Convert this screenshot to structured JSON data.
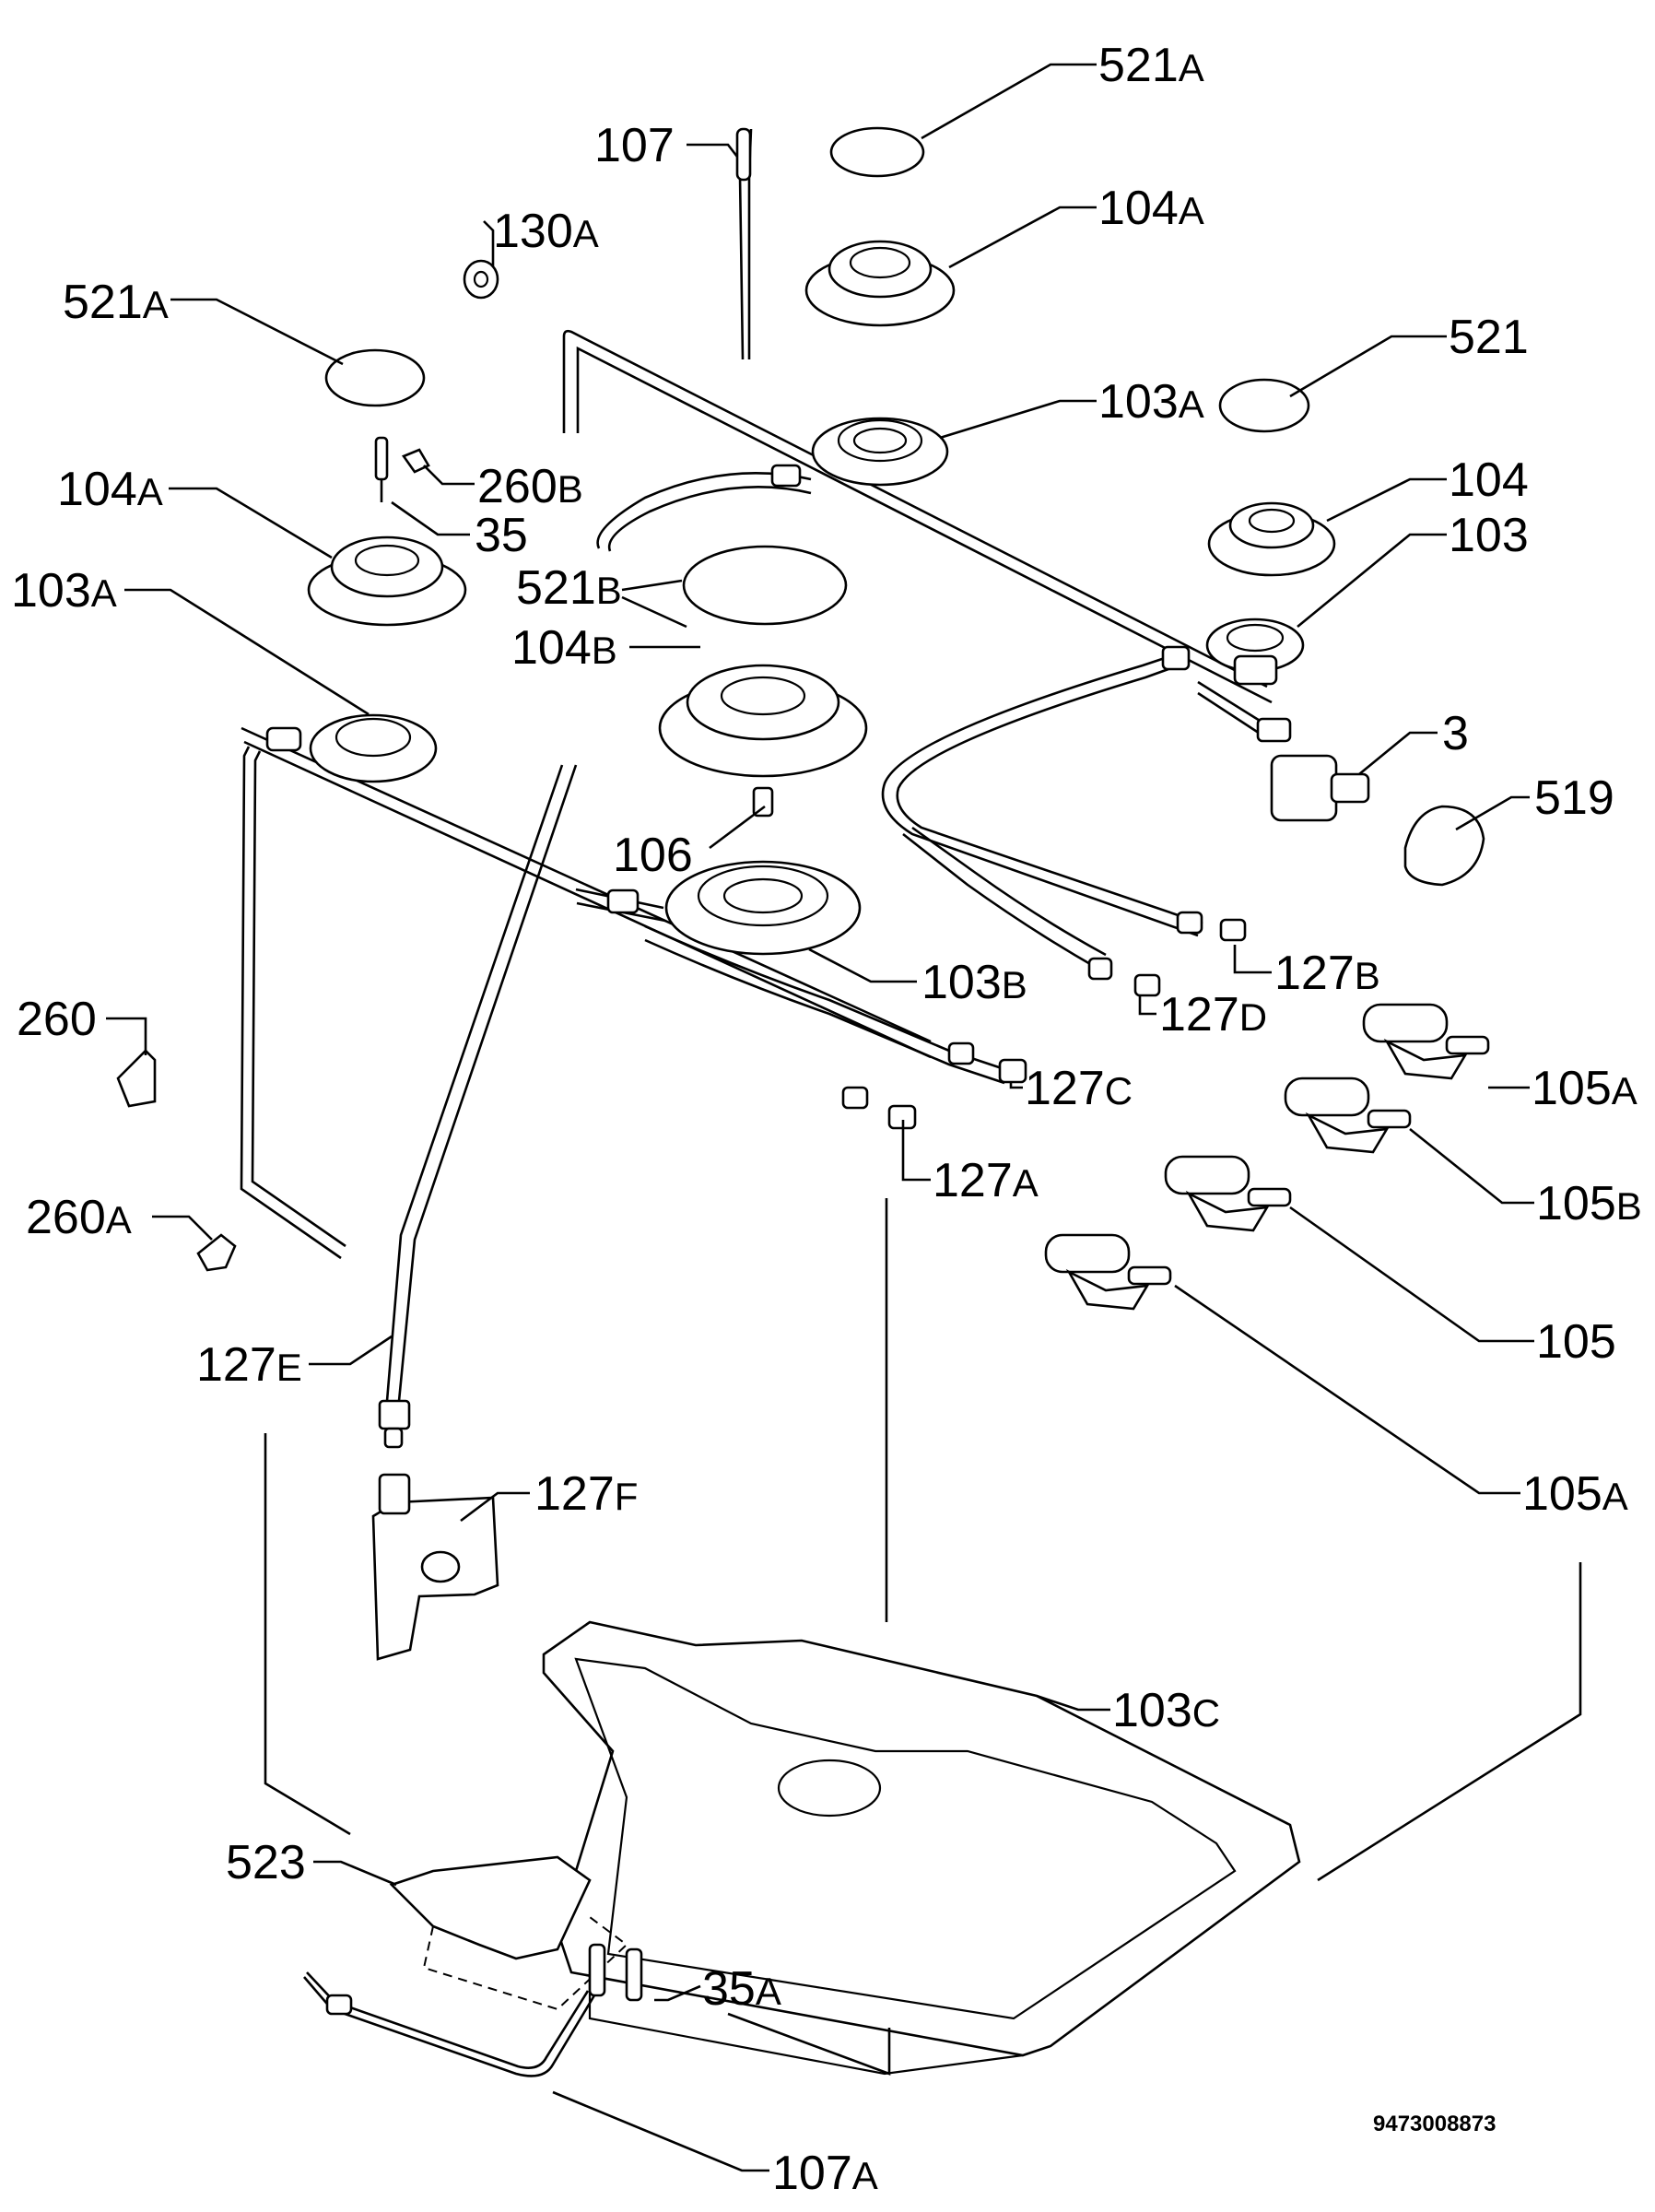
{
  "diagram": {
    "drawing_number": "9473008873",
    "callouts": [
      {
        "id": "c-521a-top",
        "num": "521",
        "sfx": "A"
      },
      {
        "id": "c-107",
        "num": "107",
        "sfx": ""
      },
      {
        "id": "c-104a-top",
        "num": "104",
        "sfx": "A"
      },
      {
        "id": "c-130a",
        "num": "130",
        "sfx": "A"
      },
      {
        "id": "c-521a-left",
        "num": "521",
        "sfx": "A"
      },
      {
        "id": "c-521",
        "num": "521",
        "sfx": ""
      },
      {
        "id": "c-103a-top",
        "num": "103",
        "sfx": "A"
      },
      {
        "id": "c-260b",
        "num": "260",
        "sfx": "B"
      },
      {
        "id": "c-104a-left",
        "num": "104",
        "sfx": "A"
      },
      {
        "id": "c-104",
        "num": "104",
        "sfx": ""
      },
      {
        "id": "c-35",
        "num": "35",
        "sfx": ""
      },
      {
        "id": "c-103",
        "num": "103",
        "sfx": ""
      },
      {
        "id": "c-521b",
        "num": "521",
        "sfx": "B"
      },
      {
        "id": "c-103a-left",
        "num": "103",
        "sfx": "A"
      },
      {
        "id": "c-104b",
        "num": "104",
        "sfx": "B"
      },
      {
        "id": "c-3",
        "num": "3",
        "sfx": ""
      },
      {
        "id": "c-519",
        "num": "519",
        "sfx": ""
      },
      {
        "id": "c-106",
        "num": "106",
        "sfx": ""
      },
      {
        "id": "c-127b",
        "num": "127",
        "sfx": "B"
      },
      {
        "id": "c-103b",
        "num": "103",
        "sfx": "B"
      },
      {
        "id": "c-260",
        "num": "260",
        "sfx": ""
      },
      {
        "id": "c-127d",
        "num": "127",
        "sfx": "D"
      },
      {
        "id": "c-105a-top",
        "num": "105",
        "sfx": "A"
      },
      {
        "id": "c-127c",
        "num": "127",
        "sfx": "C"
      },
      {
        "id": "c-127a",
        "num": "127",
        "sfx": "A"
      },
      {
        "id": "c-105b",
        "num": "105",
        "sfx": "B"
      },
      {
        "id": "c-260a",
        "num": "260",
        "sfx": "A"
      },
      {
        "id": "c-105",
        "num": "105",
        "sfx": ""
      },
      {
        "id": "c-127e",
        "num": "127",
        "sfx": "E"
      },
      {
        "id": "c-105a-bottom",
        "num": "105",
        "sfx": "A"
      },
      {
        "id": "c-127f",
        "num": "127",
        "sfx": "F"
      },
      {
        "id": "c-103c",
        "num": "103",
        "sfx": "C"
      },
      {
        "id": "c-523",
        "num": "523",
        "sfx": ""
      },
      {
        "id": "c-35a",
        "num": "35",
        "sfx": "A"
      },
      {
        "id": "c-107a",
        "num": "107",
        "sfx": "A"
      }
    ]
  }
}
